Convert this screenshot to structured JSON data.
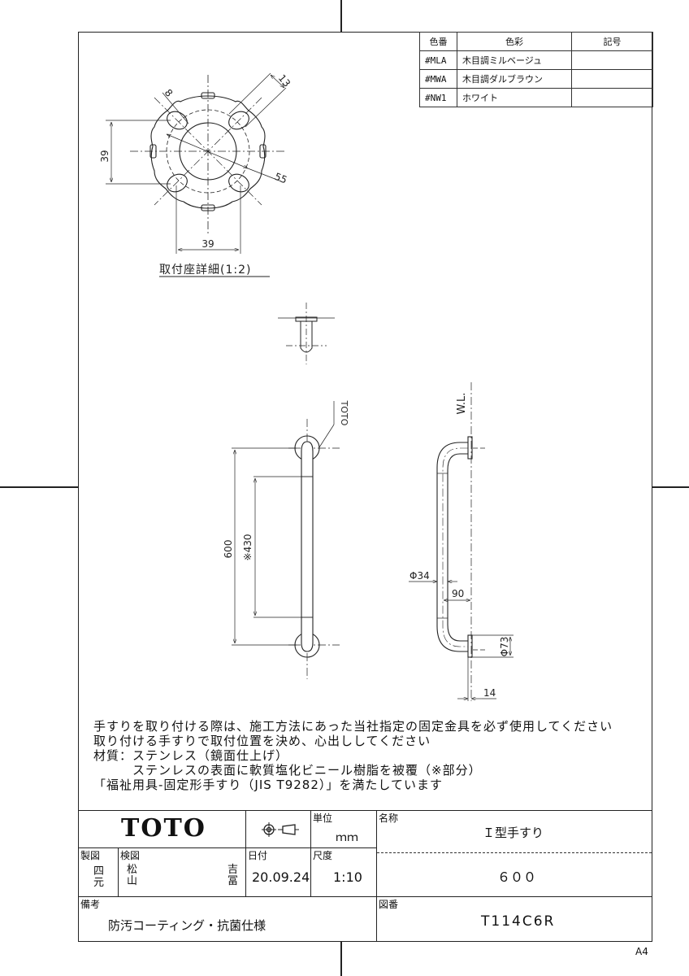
{
  "color_table": {
    "headers": [
      "色番",
      "色彩",
      "記号"
    ],
    "rows": [
      {
        "code": "#MLA",
        "color": "木目調ミルベージュ",
        "mark": ""
      },
      {
        "code": "#MWA",
        "color": "木目調ダルブラウン",
        "mark": ""
      },
      {
        "code": "#NW1",
        "color": "ホワイト",
        "mark": ""
      }
    ]
  },
  "mount_detail": {
    "caption": "取付座詳細(1:2)",
    "dims": {
      "height": "39",
      "width": "39",
      "diameter": "55",
      "slot_width": "8",
      "slot_length": "13"
    }
  },
  "front_view": {
    "dim_total": "600",
    "dim_covered": "※430",
    "logo_mark": "TOTO"
  },
  "side_view": {
    "wall_line": "W.L.",
    "dim_pipe": "Φ34",
    "dim_projection": "90",
    "dim_flange": "Φ73",
    "dim_flange_thickness": "14"
  },
  "notes": [
    "手すりを取り付ける際は、施工方法にあった当社指定の固定金具を必ず使用してください",
    "取り付ける手すりで取付位置を決め、心出ししてください",
    "材質：ステンレス（鏡面仕上げ）",
    "　　　ステンレスの表面に軟質塩化ビニール樹脂を被覆（※部分）",
    "「福祉用具-固定形手すり（JIS T9282）」を満たしています"
  ],
  "title_block": {
    "logo": "TOTO",
    "projection_symbol": "third-angle-projection",
    "unit_label": "単位",
    "unit_value": "ｍｍ",
    "name_label": "名称",
    "name_value": "Ｉ型手すり",
    "size_value": "６００",
    "drawn_label": "製図",
    "drawn_by": "四元",
    "checked_label": "検図",
    "checked_by_1": "松山",
    "checked_by_2": "吉冨",
    "date_label": "日付",
    "date_value": "20.09.24",
    "scale_label": "尺度",
    "scale_value": "1:10",
    "remarks_label": "備考",
    "remarks_value": "防汚コーティング・抗菌仕様",
    "drawing_no_label": "図番",
    "drawing_no_value": "T114C6R"
  },
  "paper_size": "A4"
}
